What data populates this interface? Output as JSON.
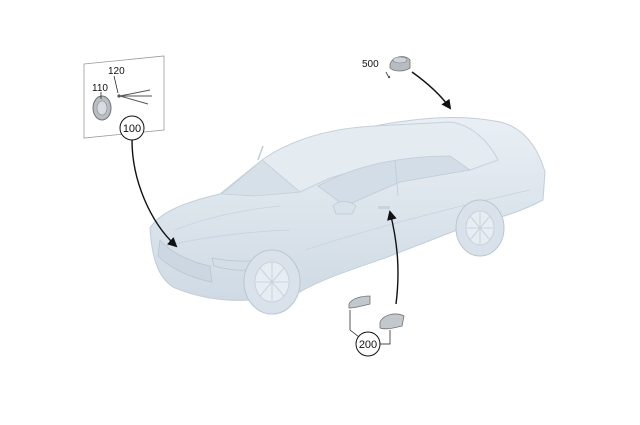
{
  "callouts": {
    "group_100": {
      "number": "100",
      "parts": [
        "110",
        "120"
      ]
    },
    "group_200": {
      "number": "200"
    },
    "part_500": {
      "number": "500"
    }
  },
  "colors": {
    "car_body": "#dde6ee",
    "car_outline": "#c9d4de",
    "arrow": "#111111",
    "frame": "#9a9a9a"
  }
}
